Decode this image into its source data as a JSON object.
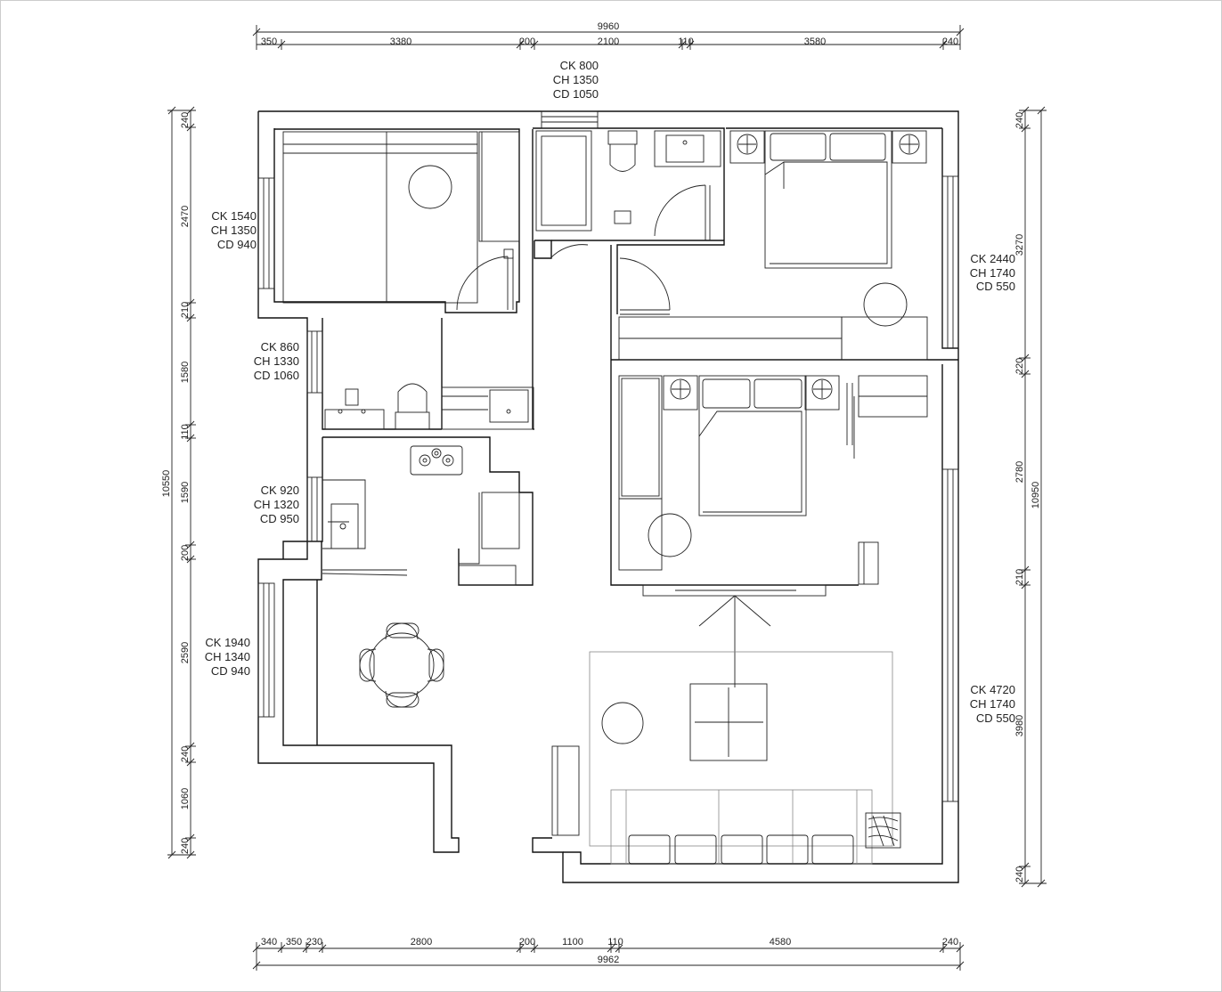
{
  "plan": {
    "top_dims": {
      "total": "9960",
      "segments": [
        "350",
        "3380",
        "200",
        "2100",
        "110",
        "3580",
        "240"
      ]
    },
    "bottom_dims": {
      "total": "9962",
      "segments": [
        "340",
        "350",
        "230",
        "2800",
        "200",
        "1100",
        "110",
        "4580",
        "240"
      ]
    },
    "left_dims": {
      "total": "10550",
      "segments": [
        "240",
        "2470",
        "210",
        "1580",
        "110",
        "1590",
        "200",
        "2590",
        "240",
        "1060",
        "240"
      ]
    },
    "right_dims": {
      "total": "10950",
      "segments": [
        "240",
        "3270",
        "220",
        "2780",
        "210",
        "3980",
        "240"
      ]
    },
    "windows": [
      {
        "ck": "CK  800",
        "ch": "CH 1350",
        "cd": "CD 1050"
      },
      {
        "ck": "CK  1540",
        "ch": "CH 1350",
        "cd": "CD 940"
      },
      {
        "ck": "CK  860",
        "ch": "CH 1330",
        "cd": "CD 1060"
      },
      {
        "ck": "CK  920",
        "ch": "CH 1320",
        "cd": "CD 950"
      },
      {
        "ck": "CK  1940",
        "ch": "CH 1340",
        "cd": "CD 940"
      },
      {
        "ck": "CK  2440",
        "ch": "CH 1740",
        "cd": "CD 550"
      },
      {
        "ck": "CK  4720",
        "ch": "CH 1740",
        "cd": "CD 550"
      }
    ]
  }
}
